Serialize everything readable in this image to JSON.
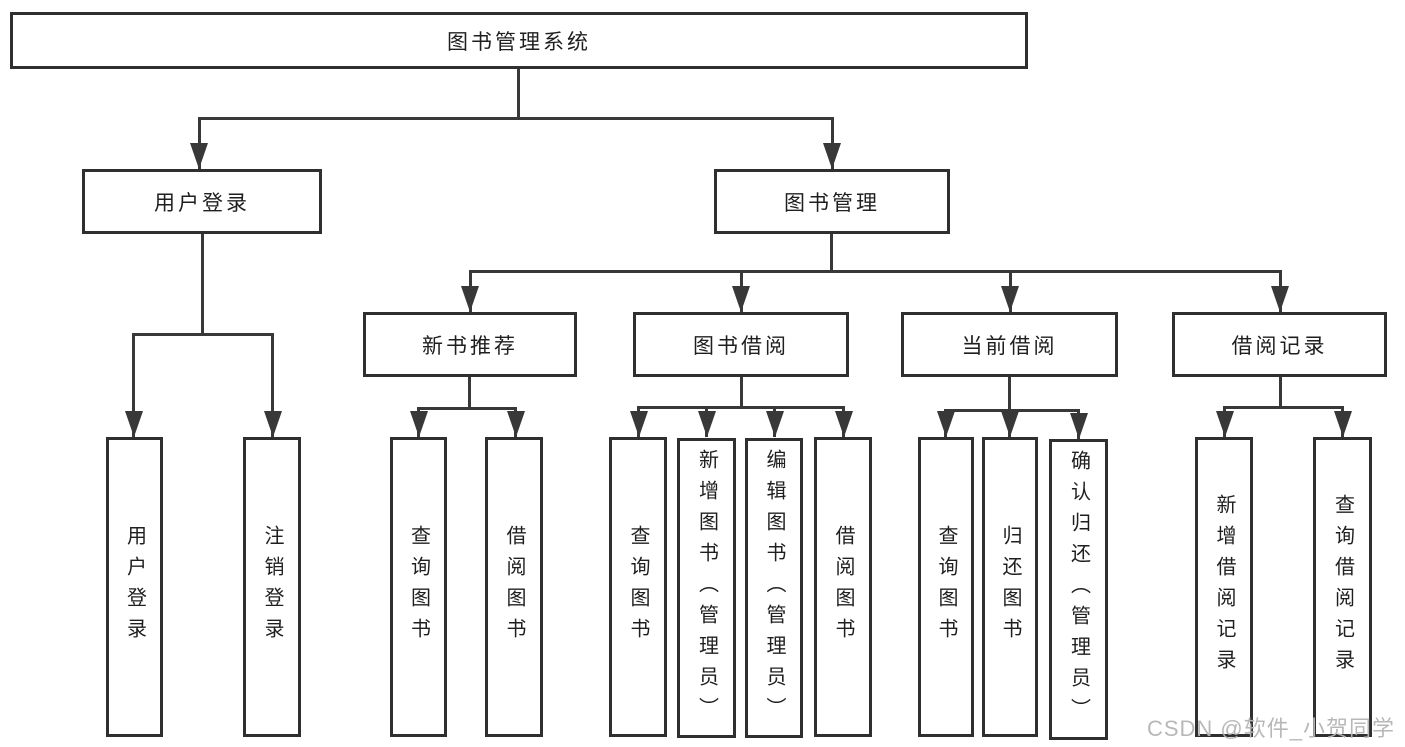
{
  "tree": {
    "label": "图书管理系统",
    "children": [
      {
        "label": "用户登录",
        "children": [
          {
            "label": "用户登录"
          },
          {
            "label": "注销登录"
          }
        ]
      },
      {
        "label": "图书管理",
        "children": [
          {
            "label": "新书推荐",
            "children": [
              {
                "label": "查询图书"
              },
              {
                "label": "借阅图书"
              }
            ]
          },
          {
            "label": "图书借阅",
            "children": [
              {
                "label": "查询图书"
              },
              {
                "label": "新增图书（管理员）"
              },
              {
                "label": "编辑图书（管理员）"
              },
              {
                "label": "借阅图书"
              }
            ]
          },
          {
            "label": "当前借阅",
            "children": [
              {
                "label": "查询图书"
              },
              {
                "label": "归还图书"
              },
              {
                "label": "确认归还（管理员）"
              }
            ]
          },
          {
            "label": "借阅记录",
            "children": [
              {
                "label": "新增借阅记录"
              },
              {
                "label": "查询借阅记录"
              }
            ]
          }
        ]
      }
    ]
  },
  "watermark": "CSDN @软件_小贺同学",
  "colors": {
    "line": "#383838",
    "box_border": "#2f2f2f",
    "text": "#1f1f1f",
    "background": "#ffffff",
    "watermark": "#b5b5b5"
  }
}
